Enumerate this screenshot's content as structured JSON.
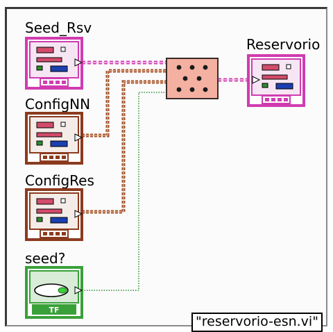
{
  "terminals": {
    "seed_rsv": {
      "label": "Seed_Rsv",
      "color": "#d03cb0"
    },
    "config_nn": {
      "label": "ConfigNN",
      "color": "#8c3a1e"
    },
    "config_res": {
      "label": "ConfigRes",
      "color": "#8c3a1e"
    },
    "seed_flag": {
      "label": "seed?",
      "color": "#3aa03a",
      "footer": "TF"
    },
    "reservorio": {
      "label": "Reservorio",
      "color": "#d03cb0"
    }
  },
  "node": {
    "icon": "bundle-node-icon",
    "color": "#f4b0a0"
  },
  "vi_label": "\"reservorio-esn.vi\"",
  "colors": {
    "pink_wire": "#d03cb0",
    "brown_wire": "#a0522d",
    "boolean_wire": "#2e8b2e",
    "background": "#fbfbfb"
  }
}
